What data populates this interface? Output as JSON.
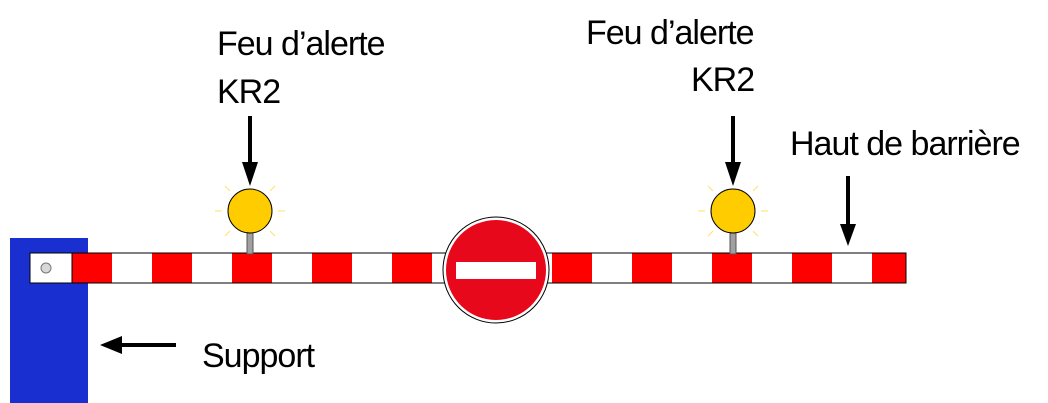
{
  "labels": {
    "left_light_line1": "Feu d’alerte",
    "left_light_line2": "KR2",
    "right_light_line1": "Feu d’alerte",
    "right_light_line2": "KR2",
    "bar_top": "Haut de barrière",
    "support": "Support"
  },
  "colors": {
    "support_blue": "#1a2fd0",
    "stripe_red": "#ff0000",
    "stripe_white": "#ffffff",
    "light_yellow": "#ffcc00",
    "sign_red": "#e8081c",
    "sign_bar_white": "#ffffff",
    "arrow_black": "#000000"
  },
  "icons": {
    "left_light": "warning-light-icon",
    "right_light": "warning-light-icon",
    "no_entry_sign": "no-entry-sign-icon"
  }
}
